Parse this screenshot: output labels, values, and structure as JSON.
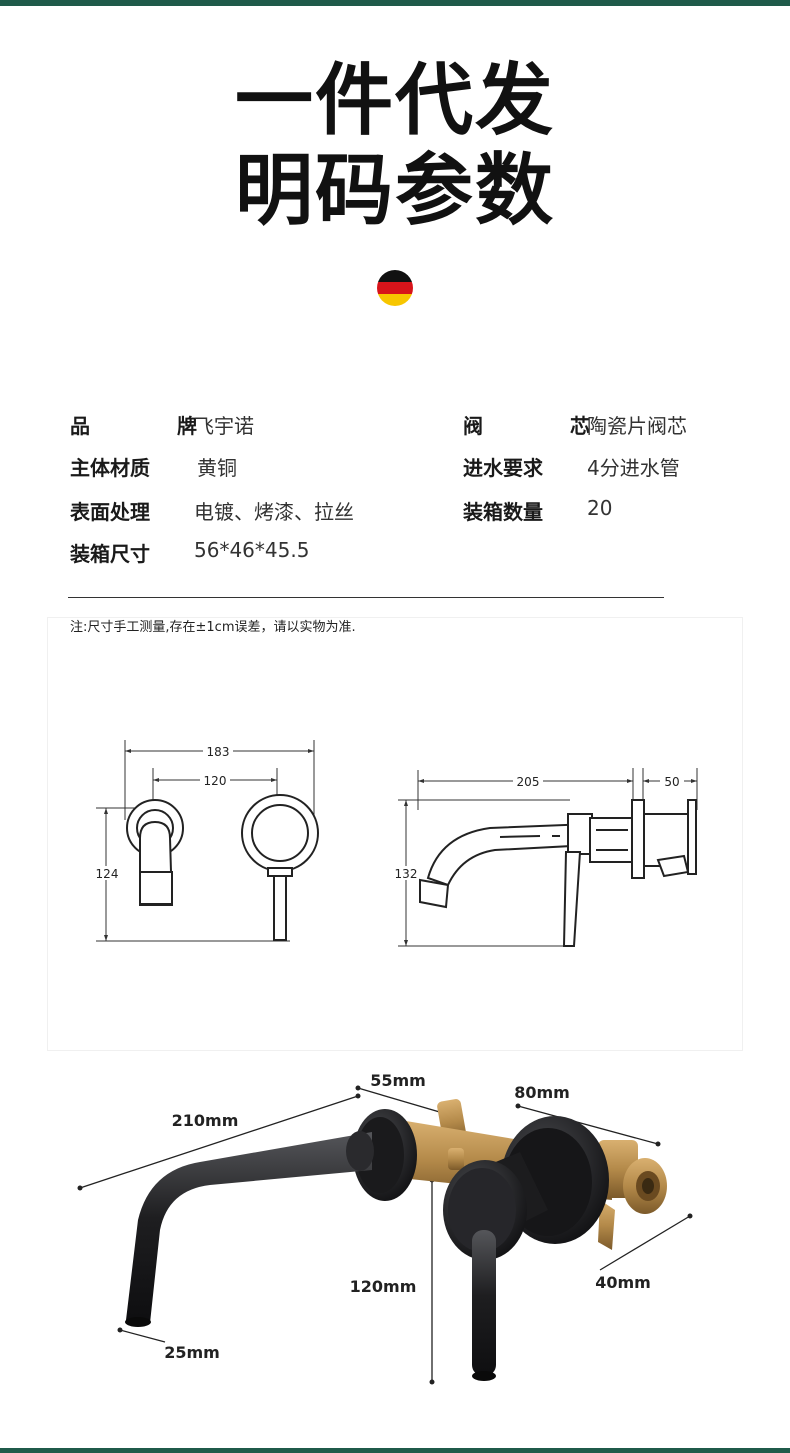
{
  "header": {
    "title_line1": "一件代发",
    "title_line2": "明码参数"
  },
  "specs": {
    "brand_label": "品 牌",
    "brand_value": "飞宇诺",
    "core_label": "阀 芯",
    "core_value": "陶瓷片阀芯",
    "material_label": "主体材质",
    "material_value": "黄铜",
    "inlet_label": "进水要求",
    "inlet_value": "4分进水管",
    "surface_label": "表面处理",
    "surface_value": "电镀、烤漆、拉丝",
    "qty_label": "装箱数量",
    "qty_value": "20",
    "box_size_label": "装箱尺寸",
    "box_size_value": "56*46*45.5"
  },
  "diagram": {
    "note": "注:尺寸手工测量,存在±1cm误差，请以实物为准.",
    "front": {
      "width_overall": "183",
      "width_inner": "120",
      "height": "124"
    },
    "side": {
      "spout_length": "205",
      "body_depth": "50",
      "height": "132"
    }
  },
  "photo_dims": {
    "spout_length": "210mm",
    "flange": "55mm",
    "valve_span": "80mm",
    "lever_height": "120mm",
    "outlet": "25mm",
    "depth": "40mm"
  },
  "colors": {
    "accent_bar": "#1f5a4a",
    "faucet": "#1e1e20",
    "brass": "#b48a4a"
  }
}
